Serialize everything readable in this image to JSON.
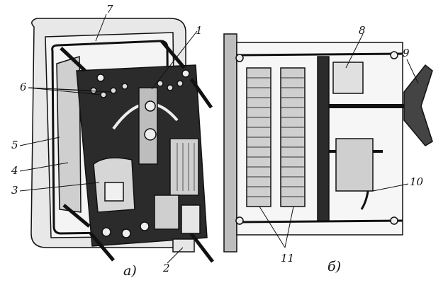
{
  "panels": [
    {
      "id": "a",
      "caption": "a)"
    },
    {
      "id": "b",
      "caption": "б)"
    }
  ],
  "callouts": [
    {
      "id": "1",
      "text": "1"
    },
    {
      "id": "2",
      "text": "2"
    },
    {
      "id": "3",
      "text": "3"
    },
    {
      "id": "4",
      "text": "4"
    },
    {
      "id": "5",
      "text": "5"
    },
    {
      "id": "6",
      "text": "6"
    },
    {
      "id": "7",
      "text": "7"
    },
    {
      "id": "8",
      "text": "8"
    },
    {
      "id": "9",
      "text": "9"
    },
    {
      "id": "10",
      "text": "10"
    },
    {
      "id": "11",
      "text": "11"
    }
  ],
  "colors": {
    "ink": "#111111",
    "paper": "#ffffff",
    "plate": "#2b2b2b",
    "metal": "#d9d9d9"
  }
}
